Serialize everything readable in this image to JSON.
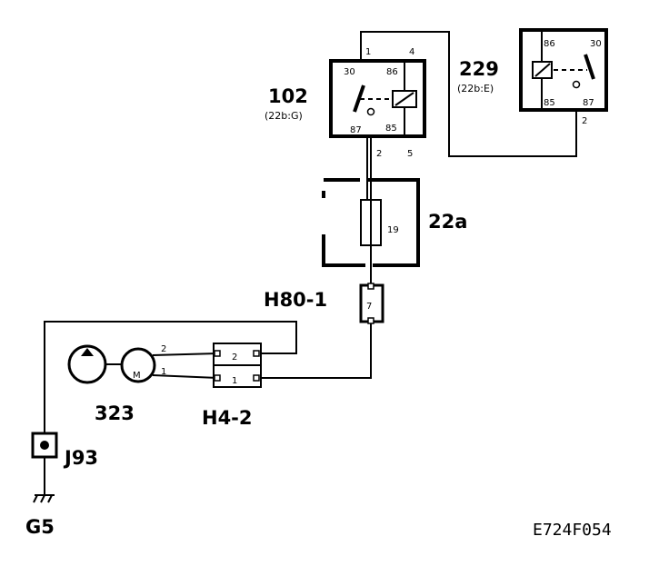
{
  "relay_102": {
    "number": "102",
    "ref": "(22b:G)",
    "pins": {
      "t1": "1",
      "t4": "4",
      "p30": "30",
      "p86": "86",
      "p87": "87",
      "p85": "85",
      "b2": "2",
      "b5": "5"
    }
  },
  "relay_229": {
    "number": "229",
    "ref": "(22b:E)",
    "pins": {
      "p86": "86",
      "p30": "30",
      "p85": "85",
      "p87": "87",
      "b2": "2"
    }
  },
  "fuse_box": {
    "label": "22a",
    "fuse": "19"
  },
  "connector_h80": {
    "label": "H80-1",
    "pin": "7"
  },
  "connector_h4": {
    "label": "H4-2",
    "pin_top": "2",
    "pin_bottom": "1"
  },
  "component_323": {
    "label": "323",
    "motor": "M",
    "wire_top": "2",
    "wire_bottom": "1"
  },
  "junction_j93": {
    "label": "J93"
  },
  "ground_g5": {
    "label": "G5"
  },
  "figure_code": "E724F054"
}
